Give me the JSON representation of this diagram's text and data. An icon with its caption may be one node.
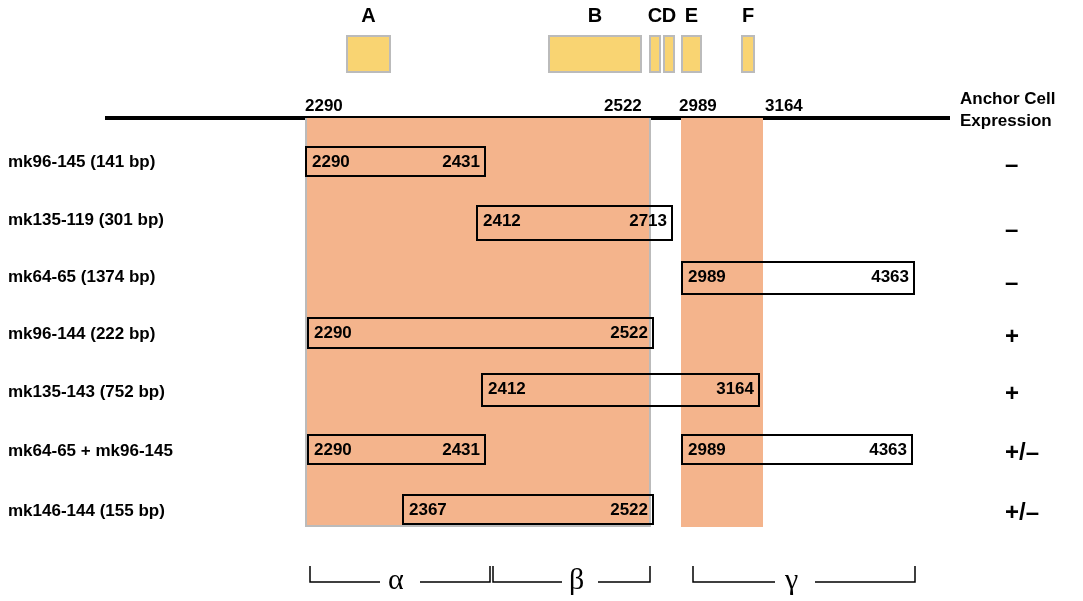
{
  "diagram": {
    "nodes": [
      {
        "text": [
          "A"
        ]
      },
      {
        "text": [
          "B"
        ]
      },
      {
        "text": [
          "C"
        ]
      },
      {
        "text": [
          "D"
        ]
      },
      {
        "text": [
          "E"
        ]
      },
      {
        "text": [
          "F"
        ]
      },
      {
        "text": [],
        "shape": "box"
      },
      {
        "text": [],
        "shape": "box"
      },
      {
        "text": [
          "2290",
          "2431"
        ],
        "in": 6
      },
      {
        "text": [
          "2412",
          "2713"
        ]
      },
      {
        "text": [
          "2989",
          "4363"
        ]
      },
      {
        "text": [
          "2290",
          "2522"
        ],
        "in": 6
      },
      {
        "text": [
          "2412",
          "3164"
        ]
      },
      {
        "text": [
          "2290",
          "2431"
        ],
        "in": 6
      },
      {
        "text": [
          "2989",
          "4363"
        ]
      },
      {
        "text": [
          "2367",
          "2522"
        ],
        "in": 6
      }
    ],
    "labels": [
      "2290",
      "2522",
      "2989",
      "3164",
      "Anchor Cell Expression",
      "mk96-145 (141 bp)",
      "–",
      "mk135-119 (301 bp)",
      "–",
      "mk64-65 (1374 bp)",
      "–",
      "mk96-144 (222 bp)",
      "+",
      "mk135-143 (752 bp)",
      "+",
      "mk64-65  + mk96-145",
      "+/–",
      "mk146-144 (155 bp)",
      "+/–",
      "α",
      "β",
      "γ"
    ]
  }
}
